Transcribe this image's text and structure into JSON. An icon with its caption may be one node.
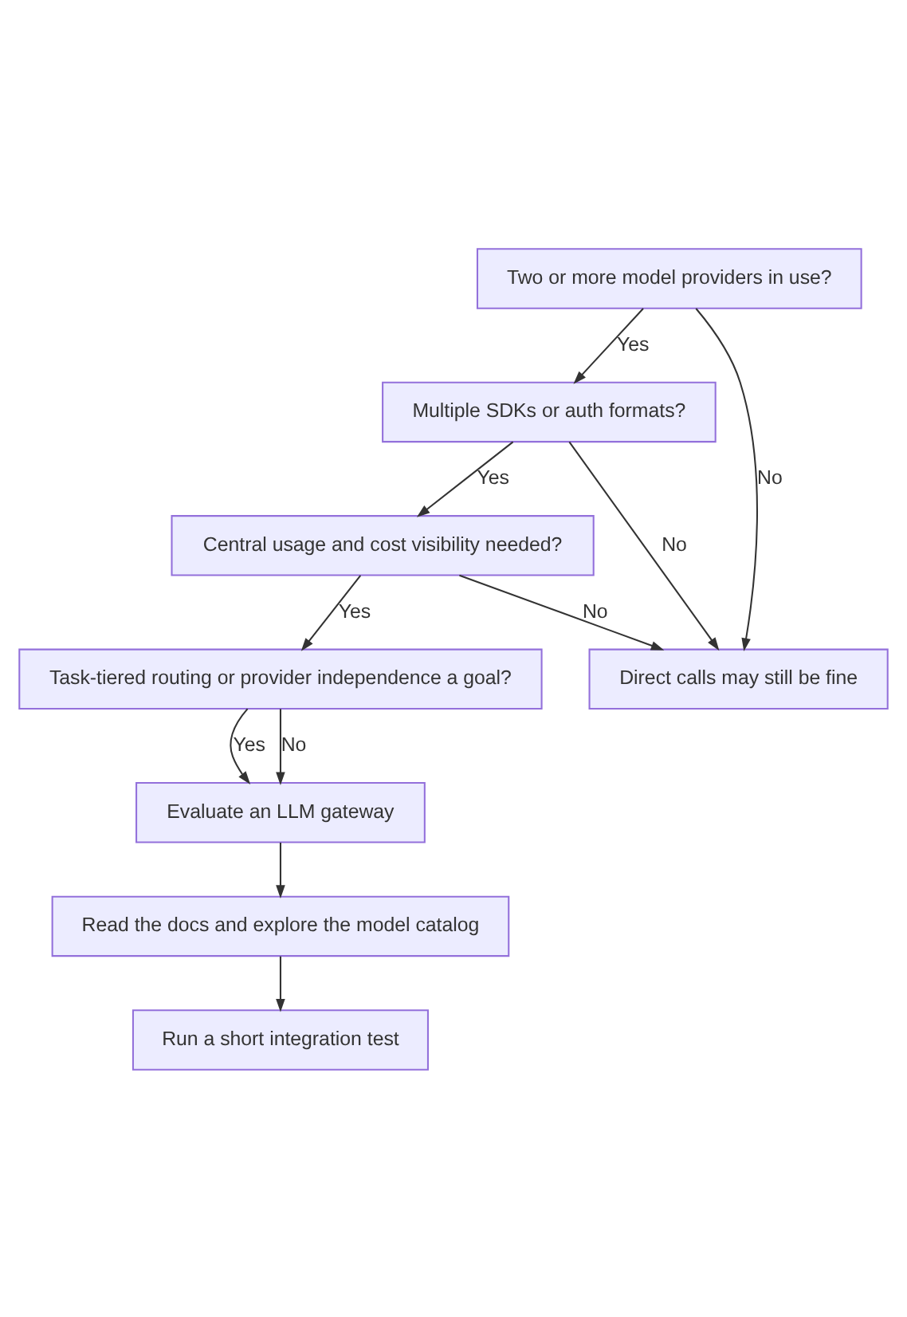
{
  "diagram": {
    "nodes": [
      {
        "text": [
          "Two or more model providers in use?"
        ]
      },
      {
        "text": [
          "Multiple SDKs or auth formats?"
        ]
      },
      {
        "text": [
          "Central usage and cost visibility needed?"
        ]
      },
      {
        "text": [
          "Task-tiered routing or provider independence a goal?"
        ]
      },
      {
        "text": [
          "Direct calls may still be fine"
        ]
      },
      {
        "text": [
          "Evaluate an LLM gateway"
        ]
      },
      {
        "text": [
          "Read the docs and explore the model catalog"
        ]
      },
      {
        "text": [
          "Run a short integration test"
        ]
      }
    ],
    "edges": [
      {
        "from": 0,
        "to": 1,
        "arrow": "to",
        "label": "Yes"
      },
      {
        "from": 0,
        "to": 4,
        "arrow": "to",
        "label": "No"
      },
      {
        "from": 1,
        "to": 2,
        "arrow": "to",
        "label": "Yes"
      },
      {
        "from": 1,
        "to": 4,
        "arrow": "to",
        "label": "No"
      },
      {
        "from": 2,
        "to": 3,
        "arrow": "to",
        "label": "Yes"
      },
      {
        "from": 2,
        "to": 4,
        "arrow": "to",
        "label": "No"
      },
      {
        "from": 3,
        "to": 5,
        "arrow": "to",
        "label": "Yes"
      },
      {
        "from": 3,
        "to": 5,
        "arrow": "to",
        "label": "No"
      },
      {
        "from": 5,
        "to": 6,
        "arrow": "to"
      },
      {
        "from": 6,
        "to": 7,
        "arrow": "to"
      }
    ]
  }
}
